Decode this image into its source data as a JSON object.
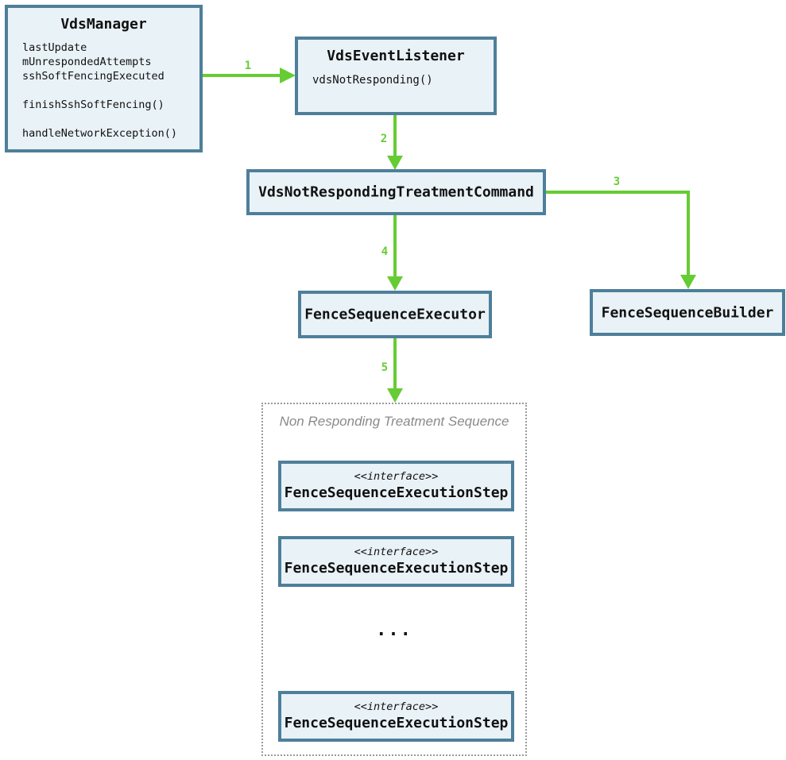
{
  "colors": {
    "arrow": "#66cc33",
    "box_border": "#4e7f9a",
    "box_fill": "#e9f2f7",
    "muted": "#8a8a8a",
    "ink": "#111111"
  },
  "nodes": {
    "vds_manager": {
      "title": "VdsManager",
      "attributes": [
        "lastUpdate",
        "mUnrespondedAttempts",
        "sshSoftFencingExecuted"
      ],
      "methods": [
        "finishSshSoftFencing()",
        "handleNetworkException()"
      ]
    },
    "vds_event_listener": {
      "title": "VdsEventListener",
      "methods": [
        "vdsNotResponding()"
      ]
    },
    "vds_not_responding_treatment_command": {
      "title": "VdsNotRespondingTreatmentCommand"
    },
    "fence_sequence_executor": {
      "title": "FenceSequenceExecutor"
    },
    "fence_sequence_builder": {
      "title": "FenceSequenceBuilder"
    },
    "sequence_container": {
      "title": "Non Responding Treatment Sequence",
      "ellipsis": "...",
      "steps": [
        {
          "stereotype": "<<interface>>",
          "title": "FenceSequenceExecutionStep"
        },
        {
          "stereotype": "<<interface>>",
          "title": "FenceSequenceExecutionStep"
        },
        {
          "stereotype": "<<interface>>",
          "title": "FenceSequenceExecutionStep"
        }
      ]
    }
  },
  "arrows": [
    {
      "label": "1",
      "from": "VdsManager",
      "to": "VdsEventListener"
    },
    {
      "label": "2",
      "from": "VdsEventListener",
      "to": "VdsNotRespondingTreatmentCommand"
    },
    {
      "label": "3",
      "from": "VdsNotRespondingTreatmentCommand",
      "to": "FenceSequenceBuilder"
    },
    {
      "label": "4",
      "from": "VdsNotRespondingTreatmentCommand",
      "to": "FenceSequenceExecutor"
    },
    {
      "label": "5",
      "from": "FenceSequenceExecutor",
      "to": "Non Responding Treatment Sequence"
    }
  ]
}
